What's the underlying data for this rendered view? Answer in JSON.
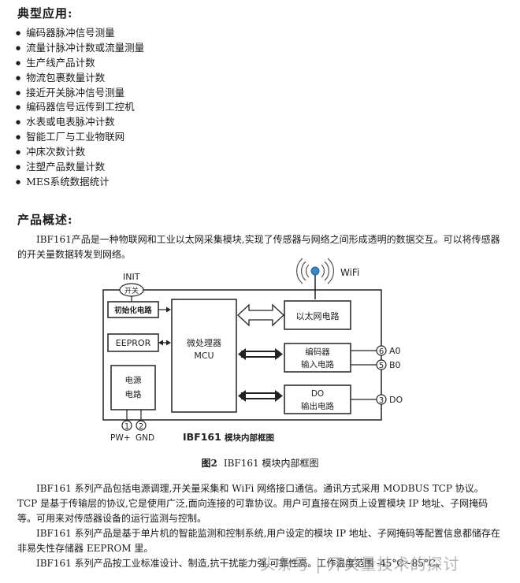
{
  "headings": {
    "applications": "典型应用:",
    "overview": "产品概述:"
  },
  "applications": [
    "编码器脉冲信号测量",
    "流量计脉冲计数或流量测量",
    "生产线产品计数",
    "物流包裹数量计数",
    "接近开关脉冲信号测量",
    "编码器信号远传到工控机",
    "水表或电表脉冲计数",
    "智能工厂与工业物联网",
    "冲床次数计数",
    "注塑产品数量计数",
    "MES系统数据统计"
  ],
  "overview_text": "IBF161产品是一种物联网和工业以太网采集模块,实现了传感器与网络之间形成透明的数据交互。可以将传感器的开关量数据转发到网络。",
  "diagram": {
    "init_label": "INIT",
    "switch_label": "开关",
    "init_circuit": "初始化电路",
    "eeprom": "EEPROR",
    "power_line1": "电源",
    "power_line2": "电路",
    "mcu_line1": "微处理器",
    "mcu_line2": "MCU",
    "ethernet": "以太网电路",
    "wifi": "WiFi",
    "encoder_line1": "编码器",
    "encoder_line2": "输入电路",
    "do_line1": "DO",
    "do_line2": "输出电路",
    "pin_a0_num": "6",
    "pin_a0": "A0",
    "pin_b0_num": "5",
    "pin_b0": "B0",
    "pin_do_num": "3",
    "pin_do": "DO",
    "pin_pw_num": "1",
    "pin_pw": "PW+",
    "pin_gnd_num": "2",
    "pin_gnd": "GND",
    "model": "IBF161",
    "model_suffix": "模块内部框图"
  },
  "figure_caption": {
    "label": "图2",
    "text": "IBF161 模块内部框图"
  },
  "paragraphs": [
    "IBF161 系列产品包括电源调理,开关量采集和 WiFi 网络接口通信。通讯方式采用 MODBUS TCP 协议。TCP 是基于传输层的协议,它是使用广泛,面向连接的可靠协议。用户可直接在网页上设置模块 IP 地址、子网掩码等。可用来对传感器设备的运行监测与控制。",
    "IBF161 系列产品是基于单片机的智能监测和控制系统,用户设定的模块 IP 地址、子网掩码等配置信息都储存在非易失性存储器 EEPROM 里。",
    "IBF161 系列产品按工业标准设计、制造,抗干扰能力强,可靠性高。工作温度范围 -45°C~85°C。"
  ],
  "watermark": "头条号 | 开关量技术的探讨"
}
